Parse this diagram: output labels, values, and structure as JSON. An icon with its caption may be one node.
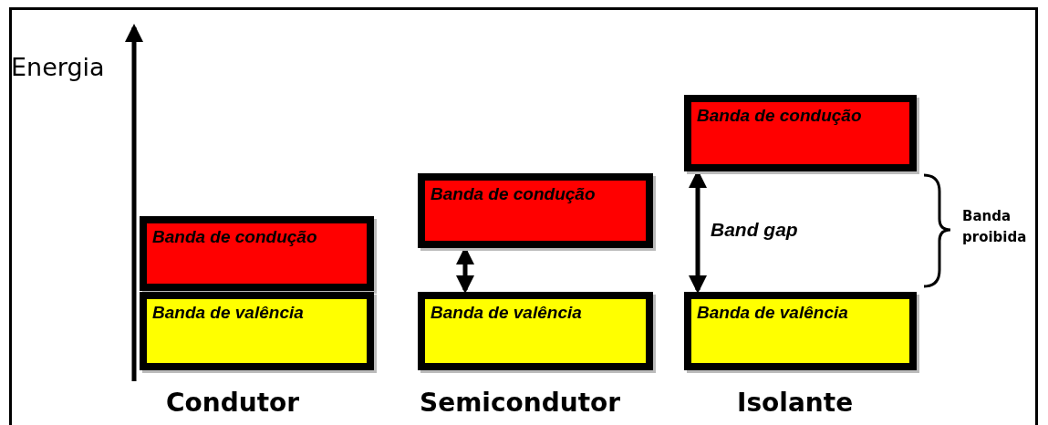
{
  "diagram": {
    "nodes": [
      {
        "text": [
          "Banda de condução"
        ]
      },
      {
        "text": [
          "Banda de valência"
        ]
      },
      {
        "text": [
          "Banda de condução"
        ]
      },
      {
        "text": [
          "Banda de valência"
        ]
      },
      {
        "text": [
          "Banda de condução"
        ]
      },
      {
        "text": [
          "Banda de valência"
        ]
      }
    ],
    "edges": [
      {
        "from": 3,
        "to": 2,
        "arrow": "both"
      },
      {
        "from": 5,
        "to": 4,
        "arrow": "both",
        "label": "Band gap"
      }
    ],
    "labels": [
      "Energia",
      "Banda proibida",
      "Condutor",
      "Semicondutor",
      "Isolante"
    ]
  }
}
